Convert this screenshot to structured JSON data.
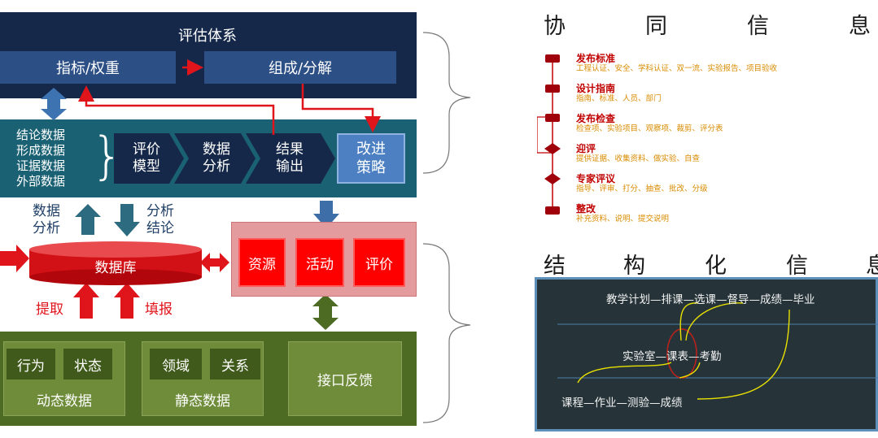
{
  "left": {
    "top_panel": {
      "title": "评估体系",
      "index_box": "指标/权重",
      "compose_box": "组成/分解"
    },
    "mid_panel": {
      "data_types": [
        "结论数据",
        "形成数据",
        "证据数据",
        "外部数据"
      ],
      "steps": [
        "评价\n模型",
        "数据\n分析",
        "结果\n输出"
      ],
      "strategy": "改进\n策略"
    },
    "arrow_labels": {
      "left": "数据\n分析",
      "right": "分析\n结论",
      "extract": "提取",
      "fill": "填报"
    },
    "database": "数据库",
    "activity_panel": [
      "资源",
      "活动",
      "评价"
    ],
    "bottom_panel": {
      "dynamic": {
        "items": [
          "行为",
          "状态"
        ],
        "label": "动态数据"
      },
      "static": {
        "items": [
          "领域",
          "关系"
        ],
        "label": "静态数据"
      },
      "interface": "接口反馈"
    }
  },
  "right": {
    "collab_title": [
      "协",
      "同",
      "信",
      "息"
    ],
    "timeline": [
      {
        "title": "发布标准",
        "sub": "工程认证、安全、学科认证、双一流、实验报告、项目验收"
      },
      {
        "title": "设计指南",
        "sub": "指南、标准、人员、部门"
      },
      {
        "title": "发布检查",
        "sub": "检查项、实验项目、观察项、裁剪、评分表"
      },
      {
        "title": "迎评",
        "sub": "提供证据、收集资料、做实验、自查"
      },
      {
        "title": "专家评议",
        "sub": "指导、评审、打分、抽查、批改、分级"
      },
      {
        "title": "整改",
        "sub": "补充资料、说明、提交说明"
      }
    ],
    "struct_title": [
      "结",
      "构",
      "化",
      "信",
      "息"
    ],
    "flows": [
      "教学计划—排课—选课—督导—成绩—毕业",
      "实验室—课表—考勤",
      "课程—作业—测验—成绩"
    ]
  },
  "colors": {
    "navy": "#15284a",
    "teal": "#1b6174",
    "olive": "#4e6b24",
    "red": "#e0141b",
    "dark_red": "#a0000a"
  }
}
